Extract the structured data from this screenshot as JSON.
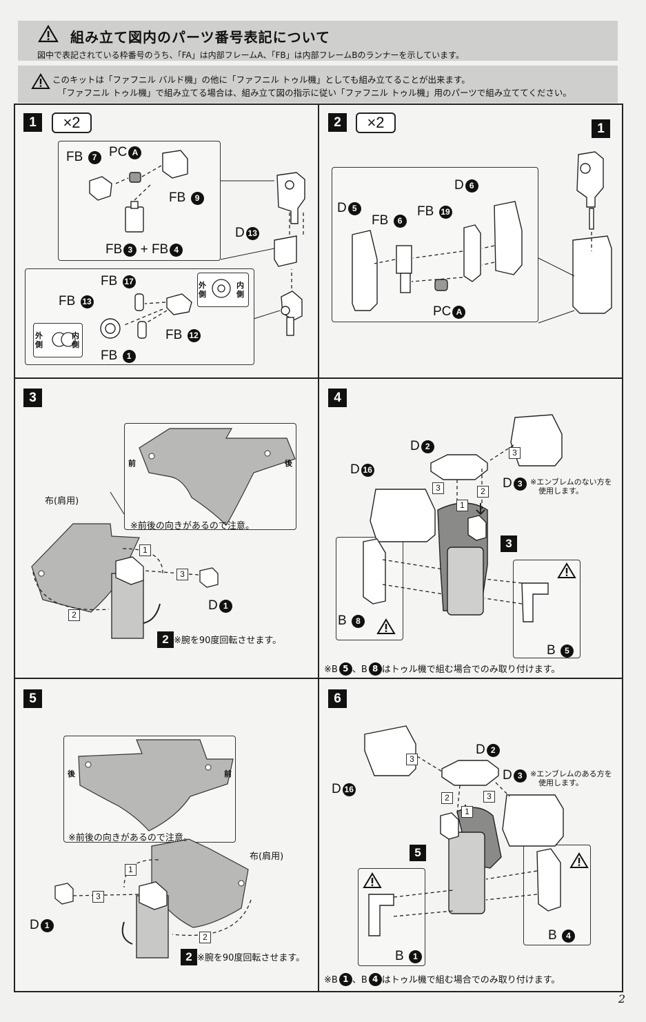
{
  "header": {
    "title": "組み立て図内のパーツ番号表記について",
    "subtitle": "図中で表記されている枠番号のうち、「FA」は内部フレームA、「FB」は内部フレームBのランナーを示しています。",
    "notice_line1": "このキットは「ファフニル バルド機」の他に「ファフニル トゥル機」としても組み立てることが出来ます。",
    "notice_line2": "「ファフニル トゥル機」で組み立てる場合は、組み立て図の指示に従い「ファフニル トゥル機」用のパーツで組み立ててください。"
  },
  "steps": [
    {
      "number": "1",
      "multiplier": "×2",
      "labels": {
        "fb7": "FB",
        "fb7n": "7",
        "pca": "PC",
        "pcan": "A",
        "fb9": "FB",
        "fb9n": "9",
        "fb3": "FB",
        "fb3n": "3",
        "plus": "+",
        "fb4": "FB",
        "fb4n": "4",
        "d13": "D",
        "d13n": "13",
        "fb17": "FB",
        "fb17n": "17",
        "fb13": "FB",
        "fb13n": "13",
        "fb12": "FB",
        "fb12n": "12",
        "fb1": "FB",
        "fb1n": "1",
        "outer": "外側",
        "inner": "内側"
      }
    },
    {
      "number": "2",
      "multiplier": "×2",
      "labels": {
        "d6": "D",
        "d6n": "6",
        "d5": "D",
        "d5n": "5",
        "fb6": "FB",
        "fb6n": "6",
        "fb19": "FB",
        "fb19n": "19",
        "pca": "PC",
        "pcan": "A",
        "ref": "1"
      }
    },
    {
      "number": "3",
      "labels": {
        "front": "前",
        "back": "後",
        "caution": "※前後の向きがあるので注意。",
        "cloth": "布(肩用)",
        "s1": "1",
        "s2": "2",
        "s3": "3",
        "d1": "D",
        "d1n": "1",
        "rotate_num": "2",
        "rotate": "※腕を90度回転させます。"
      }
    },
    {
      "number": "4",
      "labels": {
        "d2": "D",
        "d2n": "2",
        "d16": "D",
        "d16n": "16",
        "d3": "D",
        "d3n": "3",
        "d3note1": "※エンブレムのない方を",
        "d3note2": "使用します。",
        "s1": "1",
        "s2": "2",
        "s3a": "3",
        "s3b": "3",
        "ref": "3",
        "b8": "B",
        "b8n": "8",
        "b5": "B",
        "b5n": "5",
        "footnote_pre": "※B",
        "footnote_a": "5",
        "footnote_mid": "、B",
        "footnote_b": "8",
        "footnote_post": "はトゥル機で組む場合でのみ取り付けます。"
      }
    },
    {
      "number": "5",
      "labels": {
        "back": "後",
        "front": "前",
        "caution": "※前後の向きがあるので注意。",
        "cloth": "布(肩用)",
        "s1": "1",
        "s2": "2",
        "s3": "3",
        "d1": "D",
        "d1n": "1",
        "rotate_num": "2",
        "rotate": "※腕を90度回転させます。"
      }
    },
    {
      "number": "6",
      "labels": {
        "d2": "D",
        "d2n": "2",
        "d16": "D",
        "d16n": "16",
        "d3": "D",
        "d3n": "3",
        "d3note1": "※エンブレムのある方を",
        "d3note2": "使用します。",
        "s1": "1",
        "s2": "2",
        "s3a": "3",
        "s3b": "3",
        "ref": "5",
        "b1": "B",
        "b1n": "1",
        "b4": "B",
        "b4n": "4",
        "footnote_pre": "※B",
        "footnote_a": "1",
        "footnote_mid": "、B",
        "footnote_b": "4",
        "footnote_post": "はトゥル機で組む場合でのみ取り付けます。"
      }
    }
  ],
  "page_number": "2"
}
